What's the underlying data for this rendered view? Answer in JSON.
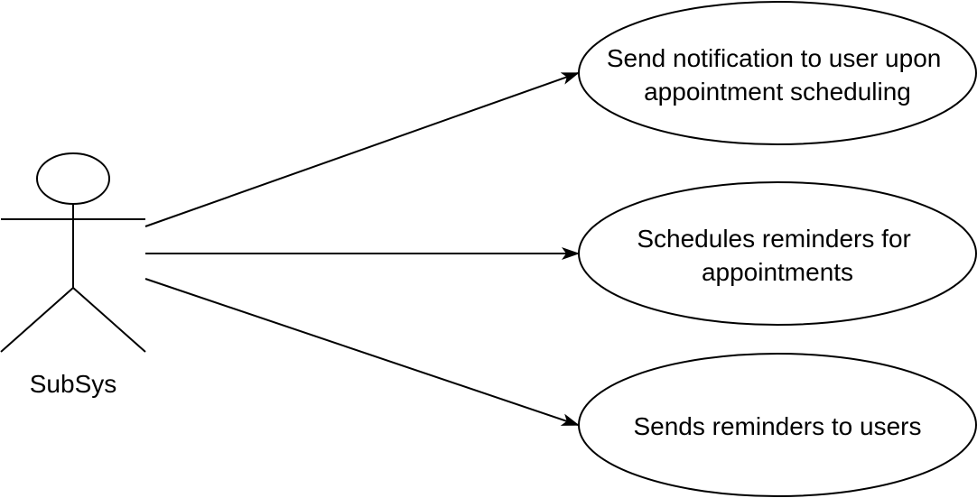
{
  "diagram": {
    "actor": {
      "name": "SubSys",
      "icon": "stick-figure-icon"
    },
    "use_cases": [
      {
        "lines": [
          "Send notification to user upon",
          "appointment scheduling"
        ]
      },
      {
        "lines": [
          "Schedules reminders for",
          "appointments"
        ]
      },
      {
        "lines": [
          "Sends reminders to users"
        ]
      }
    ],
    "colors": {
      "stroke": "#000000",
      "fill": "#ffffff"
    }
  }
}
